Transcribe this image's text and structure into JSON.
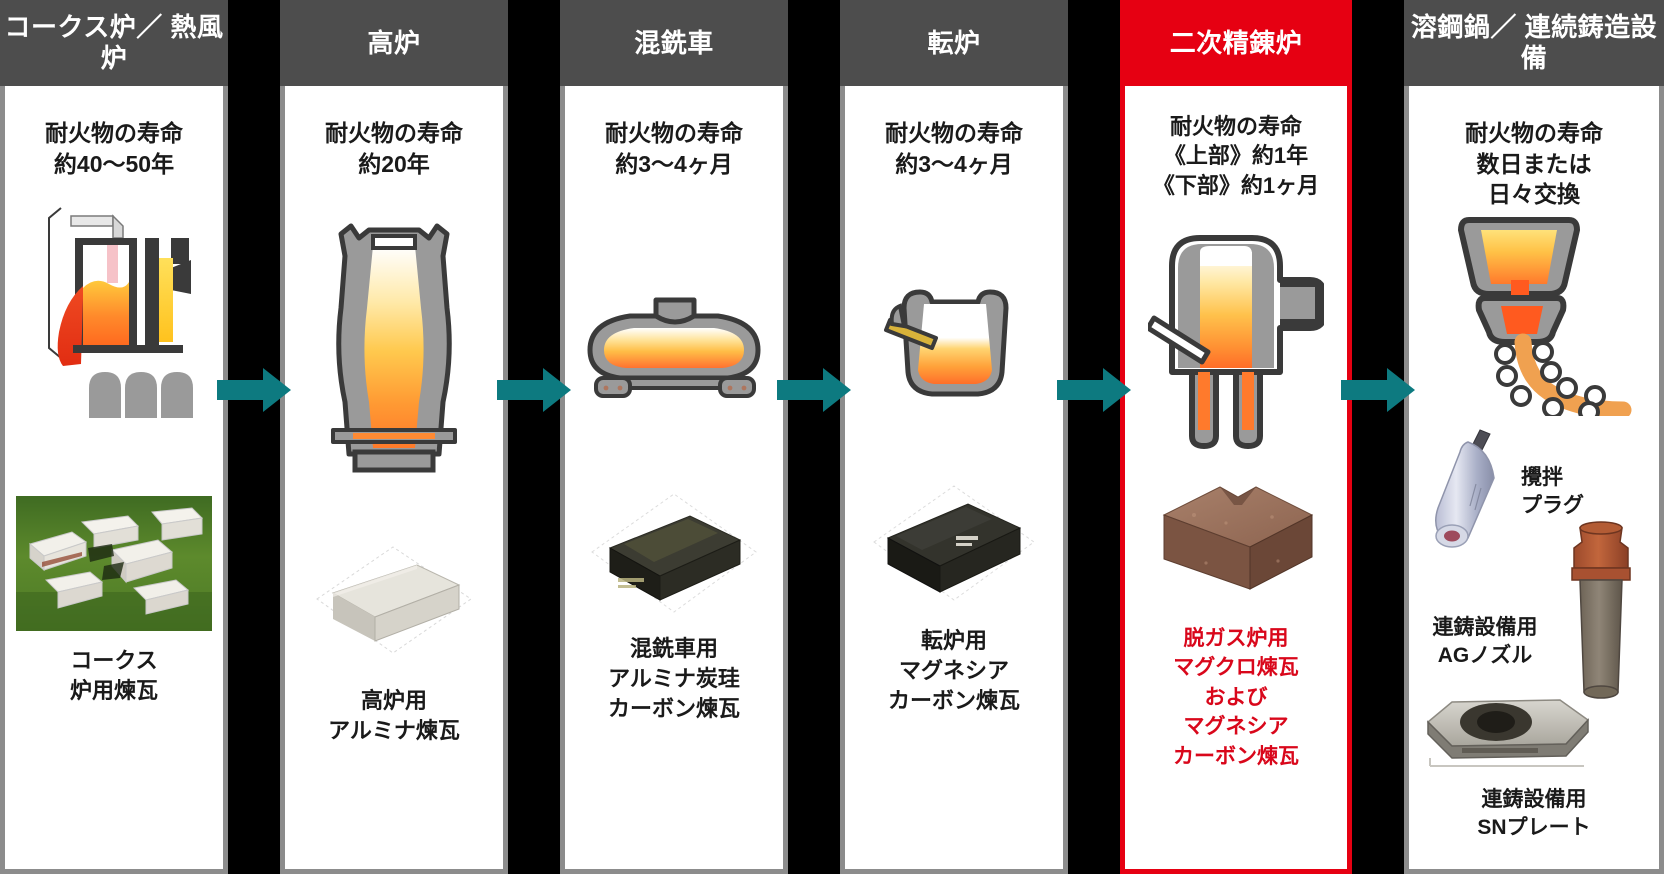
{
  "colors": {
    "header_bg": "#4d4d4d",
    "header_highlight_bg": "#e60012",
    "header_text": "#ffffff",
    "page_bg": "#000000",
    "panel_bg": "#ffffff",
    "panel_border": "#8c8c8c",
    "panel_border_highlight": "#e60012",
    "arrow": "#0d7a80",
    "caption_text": "#1a1a1a",
    "caption_text_highlight": "#d9071b",
    "melt_hot": "#ff7a2a",
    "melt_warm": "#ffc13c",
    "equipment_gray": "#9a9a9a",
    "equipment_outline": "#3a3a3a"
  },
  "lifespan_label": "耐火物の寿命",
  "steps": [
    {
      "id": "coke-oven",
      "header": "コークス炉／\n熱風炉",
      "lifespan": "耐火物の寿命\n約40〜50年",
      "illustration": "coke-oven-and-hot-stove-icon",
      "product_photo": "coke-oven-brick-photo",
      "caption": "コークス\n炉用煉瓦",
      "highlight": false
    },
    {
      "id": "blast-furnace",
      "header": "高炉",
      "lifespan": "耐火物の寿命\n約20年",
      "illustration": "blast-furnace-icon",
      "product_photo": "alumina-brick-photo",
      "caption": "高炉用\nアルミナ煉瓦",
      "highlight": false
    },
    {
      "id": "torpedo-car",
      "header": "混銑車",
      "lifespan": "耐火物の寿命\n約3〜4ヶ月",
      "illustration": "torpedo-car-icon",
      "product_photo": "alumina-carbon-brick-photo",
      "caption": "混銑車用\nアルミナ炭珪\nカーボン煉瓦",
      "highlight": false
    },
    {
      "id": "converter",
      "header": "転炉",
      "lifespan": "耐火物の寿命\n約3〜4ヶ月",
      "illustration": "converter-icon",
      "product_photo": "magnesia-carbon-brick-photo",
      "caption": "転炉用\nマグネシア\nカーボン煉瓦",
      "highlight": false
    },
    {
      "id": "secondary-refining",
      "header": "二次精錬炉",
      "lifespan": "耐火物の寿命\n《上部》約1年\n《下部》約1ヶ月",
      "illustration": "rh-degasser-icon",
      "product_photo": "magchrome-brick-photo",
      "caption": "脱ガス炉用\nマグクロ煉瓦\nおよび\nマグネシア\nカーボン煉瓦",
      "highlight": true
    },
    {
      "id": "ladle-continuous-casting",
      "header": "溶鋼鍋／\n連続鋳造設備",
      "lifespan": "耐火物の寿命\n数日または\n日々交換",
      "illustration": "continuous-casting-icon",
      "highlight": false,
      "products": [
        {
          "photo": "stirring-plug-photo",
          "caption": "攪拌\nプラグ"
        },
        {
          "photo": "ag-nozzle-photo",
          "caption": "連鋳設備用\nAGノズル"
        },
        {
          "photo": "sn-plate-photo",
          "caption": "連鋳設備用\nSNプレート"
        }
      ]
    }
  ],
  "arrows": [
    {
      "id": "arrow-1",
      "icon": "arrow-right-icon"
    },
    {
      "id": "arrow-2",
      "icon": "arrow-right-icon"
    },
    {
      "id": "arrow-3",
      "icon": "arrow-right-icon"
    },
    {
      "id": "arrow-4",
      "icon": "arrow-right-icon"
    },
    {
      "id": "arrow-5",
      "icon": "arrow-right-icon"
    }
  ]
}
